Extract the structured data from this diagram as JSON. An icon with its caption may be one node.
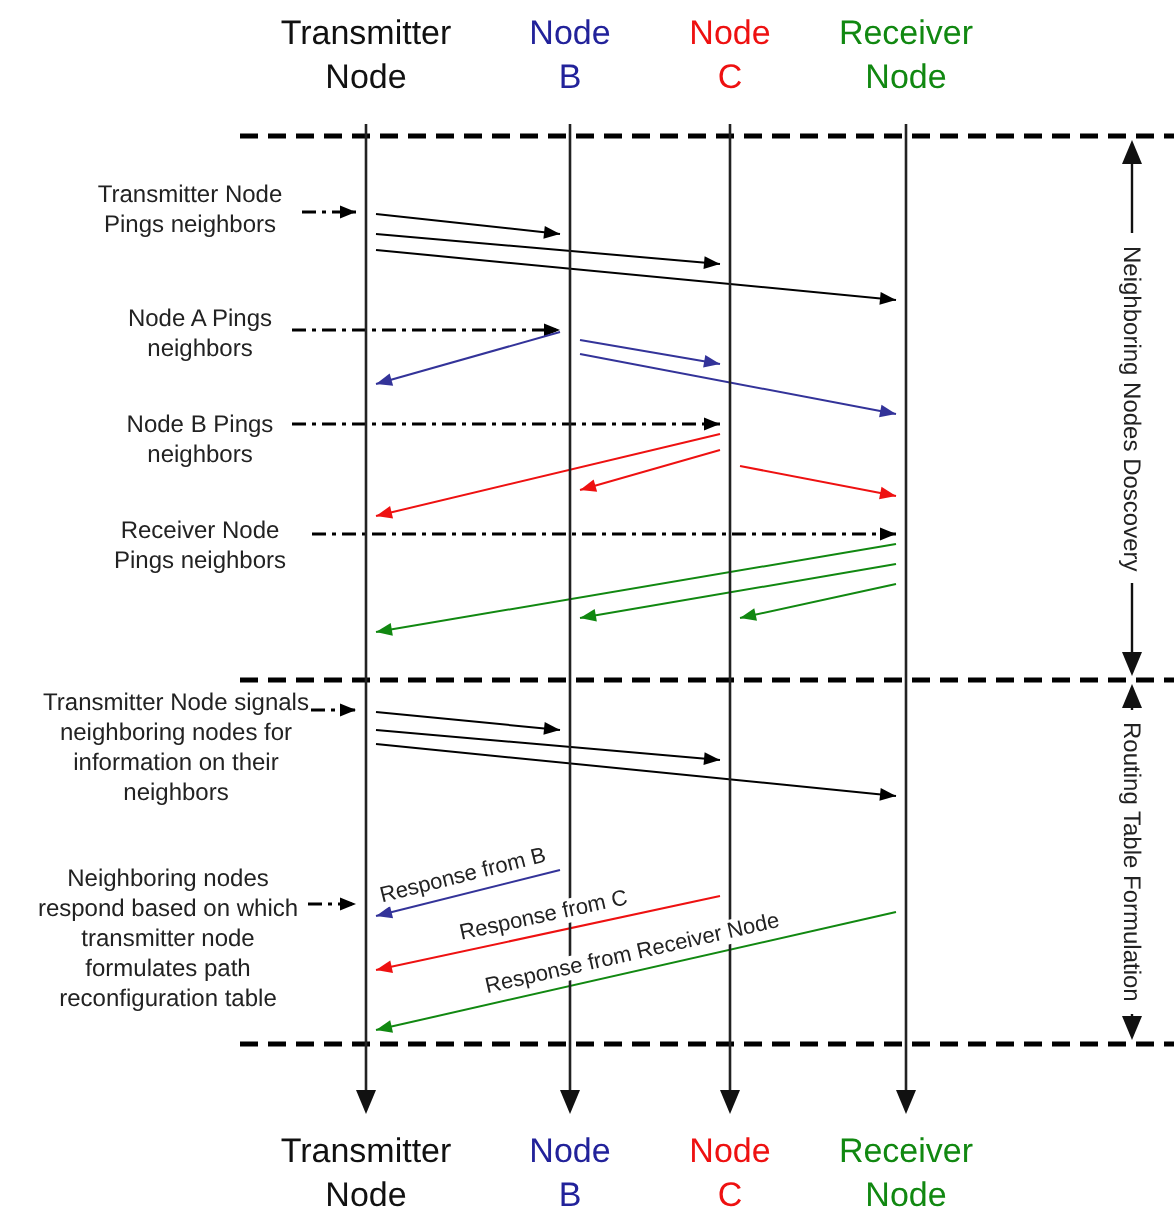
{
  "diagram": {
    "nodes": [
      {
        "text": [],
        "shape": "line",
        "beside": [
          "Transmitter Node",
          "Transmitter Node"
        ]
      },
      {
        "text": [],
        "shape": "line",
        "beside": [
          "Node B",
          "Node B"
        ]
      },
      {
        "text": [],
        "shape": "line",
        "beside": [
          "Node C",
          "Node C"
        ]
      },
      {
        "text": [],
        "shape": "line",
        "beside": [
          "Receiver Node",
          "Receiver Node"
        ]
      },
      {
        "text": [
          "Transmitter Node Pings neighbors"
        ]
      },
      {
        "text": [
          "Node A Pings neighbors"
        ]
      },
      {
        "text": [
          "Node B Pings neighbors"
        ]
      },
      {
        "text": [
          "Receiver Node Pings neighbors"
        ]
      },
      {
        "text": [
          "Transmitter Node signals neighboring nodes for information on their neighbors"
        ]
      },
      {
        "text": [
          "Neighboring nodes respond based on which transmitter node formulates path reconfiguration table"
        ]
      }
    ],
    "edges": [
      {
        "from": 4,
        "to": 0,
        "arrow": "to",
        "style": "dashed"
      },
      {
        "from": 0,
        "to": 1,
        "arrow": "to"
      },
      {
        "from": 0,
        "to": 2,
        "arrow": "to"
      },
      {
        "from": 0,
        "to": 3,
        "arrow": "to"
      },
      {
        "from": 5,
        "to": 1,
        "arrow": "to",
        "style": "dashed"
      },
      {
        "from": 1,
        "to": 0,
        "arrow": "to",
        "color": "#333399"
      },
      {
        "from": 1,
        "to": 2,
        "arrow": "to",
        "color": "#333399"
      },
      {
        "from": 1,
        "to": 3,
        "arrow": "to",
        "color": "#333399"
      },
      {
        "from": 6,
        "to": 2,
        "arrow": "to",
        "style": "dashed"
      },
      {
        "from": 2,
        "to": 0,
        "arrow": "to",
        "color": "#ee1111"
      },
      {
        "from": 2,
        "to": 1,
        "arrow": "to",
        "color": "#ee1111"
      },
      {
        "from": 2,
        "to": 3,
        "arrow": "to",
        "color": "#ee1111"
      },
      {
        "from": 7,
        "to": 3,
        "arrow": "to",
        "style": "dashed"
      },
      {
        "from": 3,
        "to": 0,
        "arrow": "to",
        "color": "#118811"
      },
      {
        "from": 3,
        "to": 1,
        "arrow": "to",
        "color": "#118811"
      },
      {
        "from": 3,
        "to": 2,
        "arrow": "to",
        "color": "#118811"
      },
      {
        "from": 8,
        "to": 0,
        "arrow": "to",
        "style": "dashed"
      },
      {
        "from": 0,
        "to": 1,
        "arrow": "to"
      },
      {
        "from": 0,
        "to": 2,
        "arrow": "to"
      },
      {
        "from": 0,
        "to": 3,
        "arrow": "to"
      },
      {
        "from": 9,
        "to": 0,
        "arrow": "to",
        "style": "dashed"
      },
      {
        "from": 1,
        "to": 0,
        "arrow": "to",
        "label": "Response from B",
        "color": "#333399"
      },
      {
        "from": 2,
        "to": 0,
        "arrow": "to",
        "label": "Response from C",
        "color": "#ee1111"
      },
      {
        "from": 3,
        "to": 0,
        "arrow": "to",
        "label": "Response from Receiver Node",
        "color": "#118811"
      }
    ],
    "labels": [
      "Neighboring Nodes Doscovery",
      "Routing Table Formulation"
    ]
  }
}
